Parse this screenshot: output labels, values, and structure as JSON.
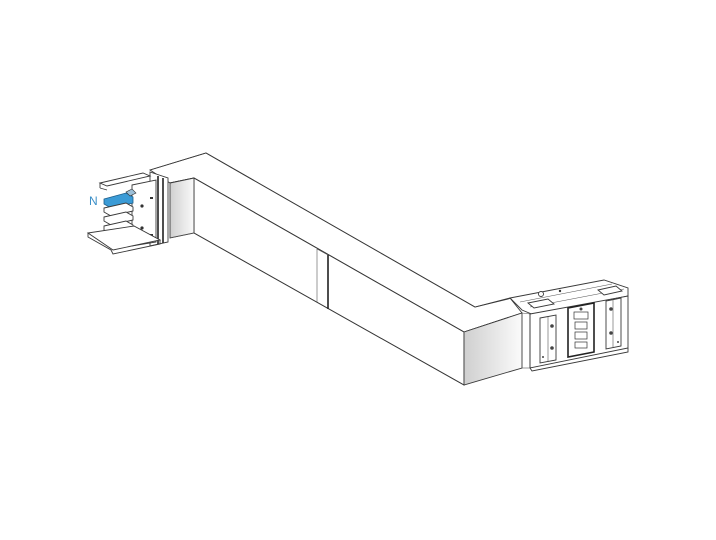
{
  "diagram": {
    "type": "isometric technical drawing",
    "subject": "busbar trunking elbow / offset section with end connectors",
    "labels": [
      {
        "id": "neutral",
        "text": "N",
        "color": "#3b8fc8"
      }
    ],
    "colors": {
      "background": "#ffffff",
      "outline": "#3a3a3a",
      "neutral_bar": "#3b9bd6",
      "end_face_gradient_start": "#d4d4d4",
      "end_face_gradient_end": "#ffffff"
    },
    "components": [
      {
        "id": "left-connector",
        "description": "Left end connector with 4 conductor bars, neutral bar highlighted blue"
      },
      {
        "id": "left-end-face",
        "description": "Shaded end face of the left duct portion"
      },
      {
        "id": "long-duct",
        "description": "Long diagonal duct run with a joint divider"
      },
      {
        "id": "joint-divider",
        "description": "Vertical joint line in the middle of the run"
      },
      {
        "id": "right-end-face",
        "description": "Shaded end face of the right duct portion"
      },
      {
        "id": "right-connector",
        "description": "Right end junction block with three cover plates and bolts"
      }
    ]
  }
}
